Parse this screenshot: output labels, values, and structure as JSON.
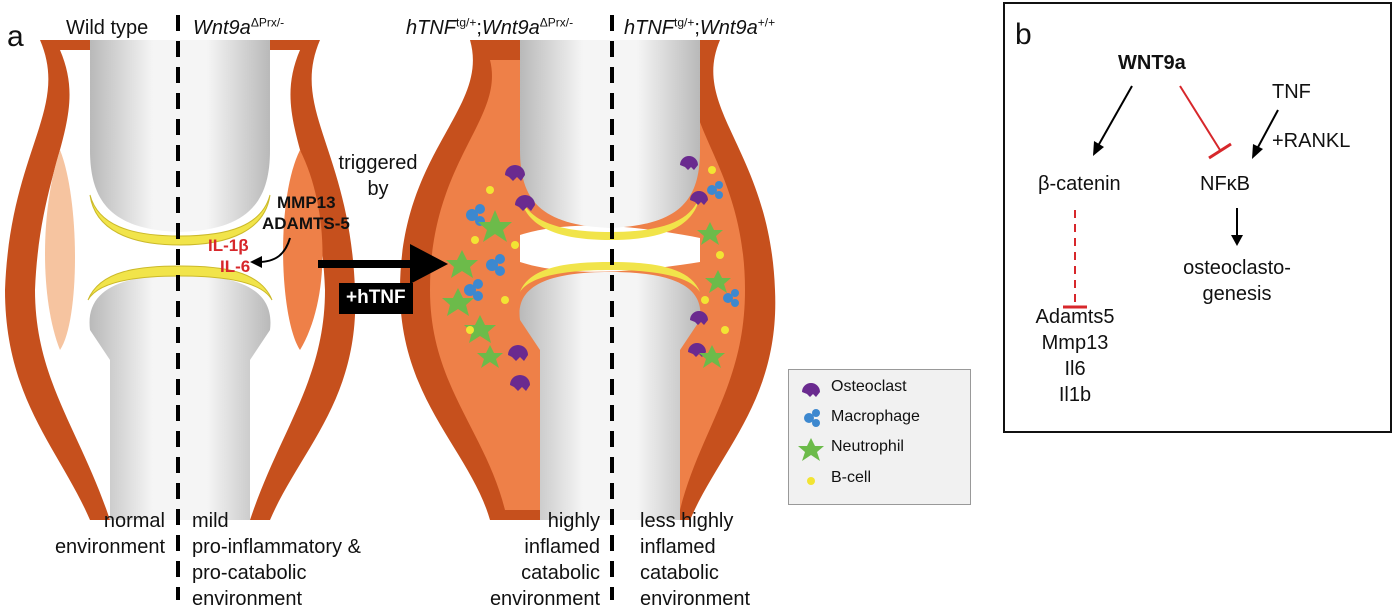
{
  "panel_a": {
    "letter": "a",
    "genotypes": {
      "wild_type": "Wild type",
      "wnt9a_cko": {
        "gene": "Wnt9a",
        "sup": "ΔPrx/-"
      },
      "htnf_cko": {
        "gene1": "hTNF",
        "sup1": "tg/+",
        "sep": ";",
        "gene2": "Wnt9a",
        "sup2": "ΔPrx/-"
      },
      "htnf_wt": {
        "gene1": "hTNF",
        "sup1": "tg/+",
        "sep": ";",
        "gene2": "Wnt9a",
        "sup2": "+/+"
      }
    },
    "annotations": {
      "mmp13": "MMP13",
      "adamts5": "ADAMTS-5",
      "il1b": "IL-1β",
      "il6": "IL-6",
      "triggered": [
        "triggered",
        "by"
      ],
      "htnf": "+hTNF"
    },
    "captions": {
      "normal": [
        "normal",
        "environment"
      ],
      "mild": [
        "mild",
        "pro-inflammatory &",
        "pro-catabolic",
        "environment"
      ],
      "highly": [
        "highly",
        "inflamed",
        "catabolic",
        "environment"
      ],
      "less_highly": [
        "less highly",
        "inflamed",
        "catabolic",
        "environment"
      ]
    },
    "legend": {
      "osteoclast": "Osteoclast",
      "macrophage": "Macrophage",
      "neutrophil": "Neutrophil",
      "bcell": "B-cell"
    },
    "colors": {
      "capsule": "#c6501d",
      "synovium": "#ee8048",
      "cartilage": "#f1e44a",
      "bone_light": "#f4f4f4",
      "bone_dark": "#b5b5b5",
      "osteoclast": "#6a2a8f",
      "macrophage": "#3d88cf",
      "neutrophil": "#6cbb4a",
      "bcell": "#f2e433",
      "inhibit": "#d7272b"
    }
  },
  "panel_b": {
    "letter": "b",
    "wnt9a": "WNT9a",
    "tnf": "TNF",
    "rankl": "+RANKL",
    "beta_catenin": "β-catenin",
    "nfkb": "NFκB",
    "osteoclastogenesis": [
      "osteoclasto-",
      "genesis"
    ],
    "genes": [
      "Adamts5",
      "Mmp13",
      "Il6",
      "Il1b"
    ]
  }
}
